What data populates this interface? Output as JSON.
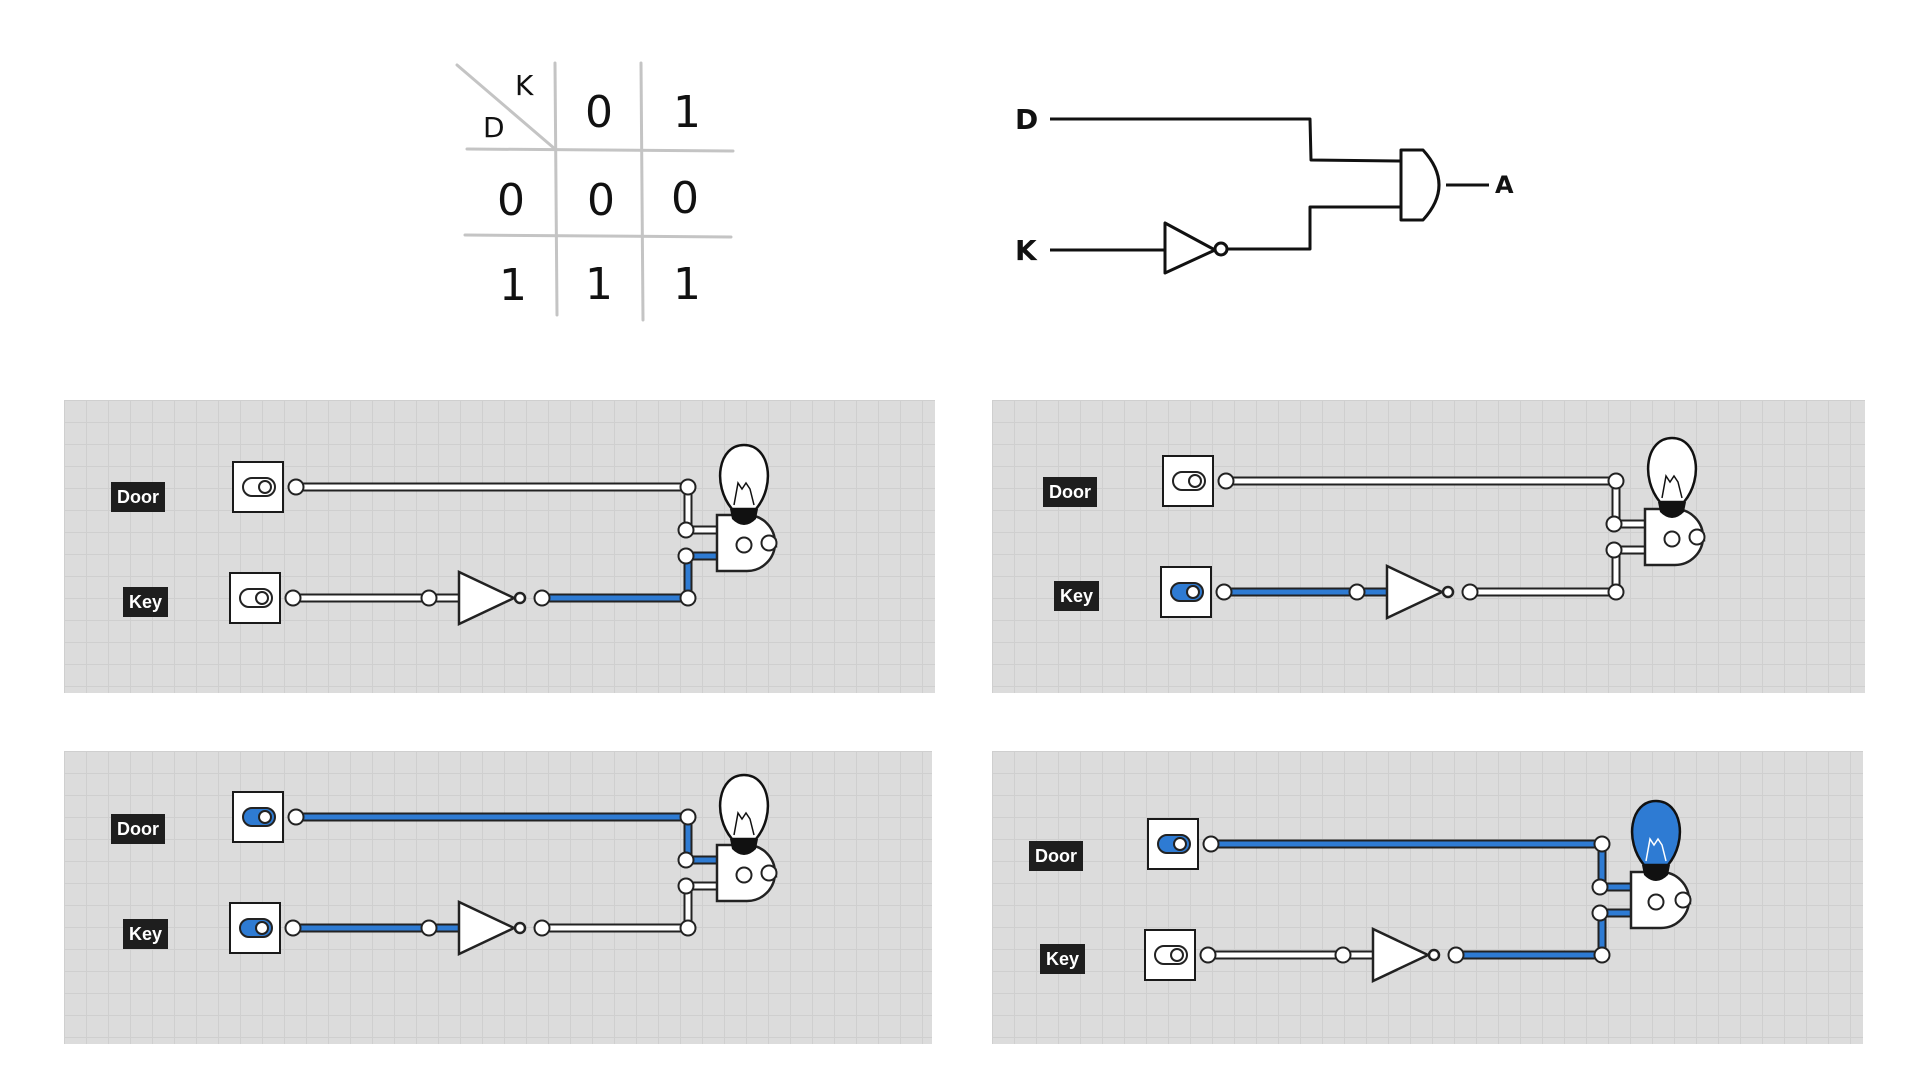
{
  "truth_table": {
    "col_var": "K",
    "row_var": "D",
    "col_headers": [
      "0",
      "1"
    ],
    "rows": [
      {
        "header": "0",
        "values": [
          "0",
          "0"
        ]
      },
      {
        "header": "1",
        "values": [
          "1",
          "1"
        ]
      }
    ]
  },
  "schematic": {
    "input_d": "D",
    "input_k": "K",
    "output": "A"
  },
  "panels": [
    {
      "door_label": "Door",
      "key_label": "Key",
      "door_on": false,
      "key_on": false,
      "bulb_on": false
    },
    {
      "door_label": "Door",
      "key_label": "Key",
      "door_on": false,
      "key_on": true,
      "bulb_on": false
    },
    {
      "door_label": "Door",
      "key_label": "Key",
      "door_on": true,
      "key_on": true,
      "bulb_on": false
    },
    {
      "door_label": "Door",
      "key_label": "Key",
      "door_on": true,
      "key_on": false,
      "bulb_on": true
    }
  ],
  "colors": {
    "active_wire": "#2e7bd3",
    "inactive_wire": "#ffffff",
    "panel_bg": "#dcdcdc",
    "bulb_on": "#2e7bd3"
  }
}
